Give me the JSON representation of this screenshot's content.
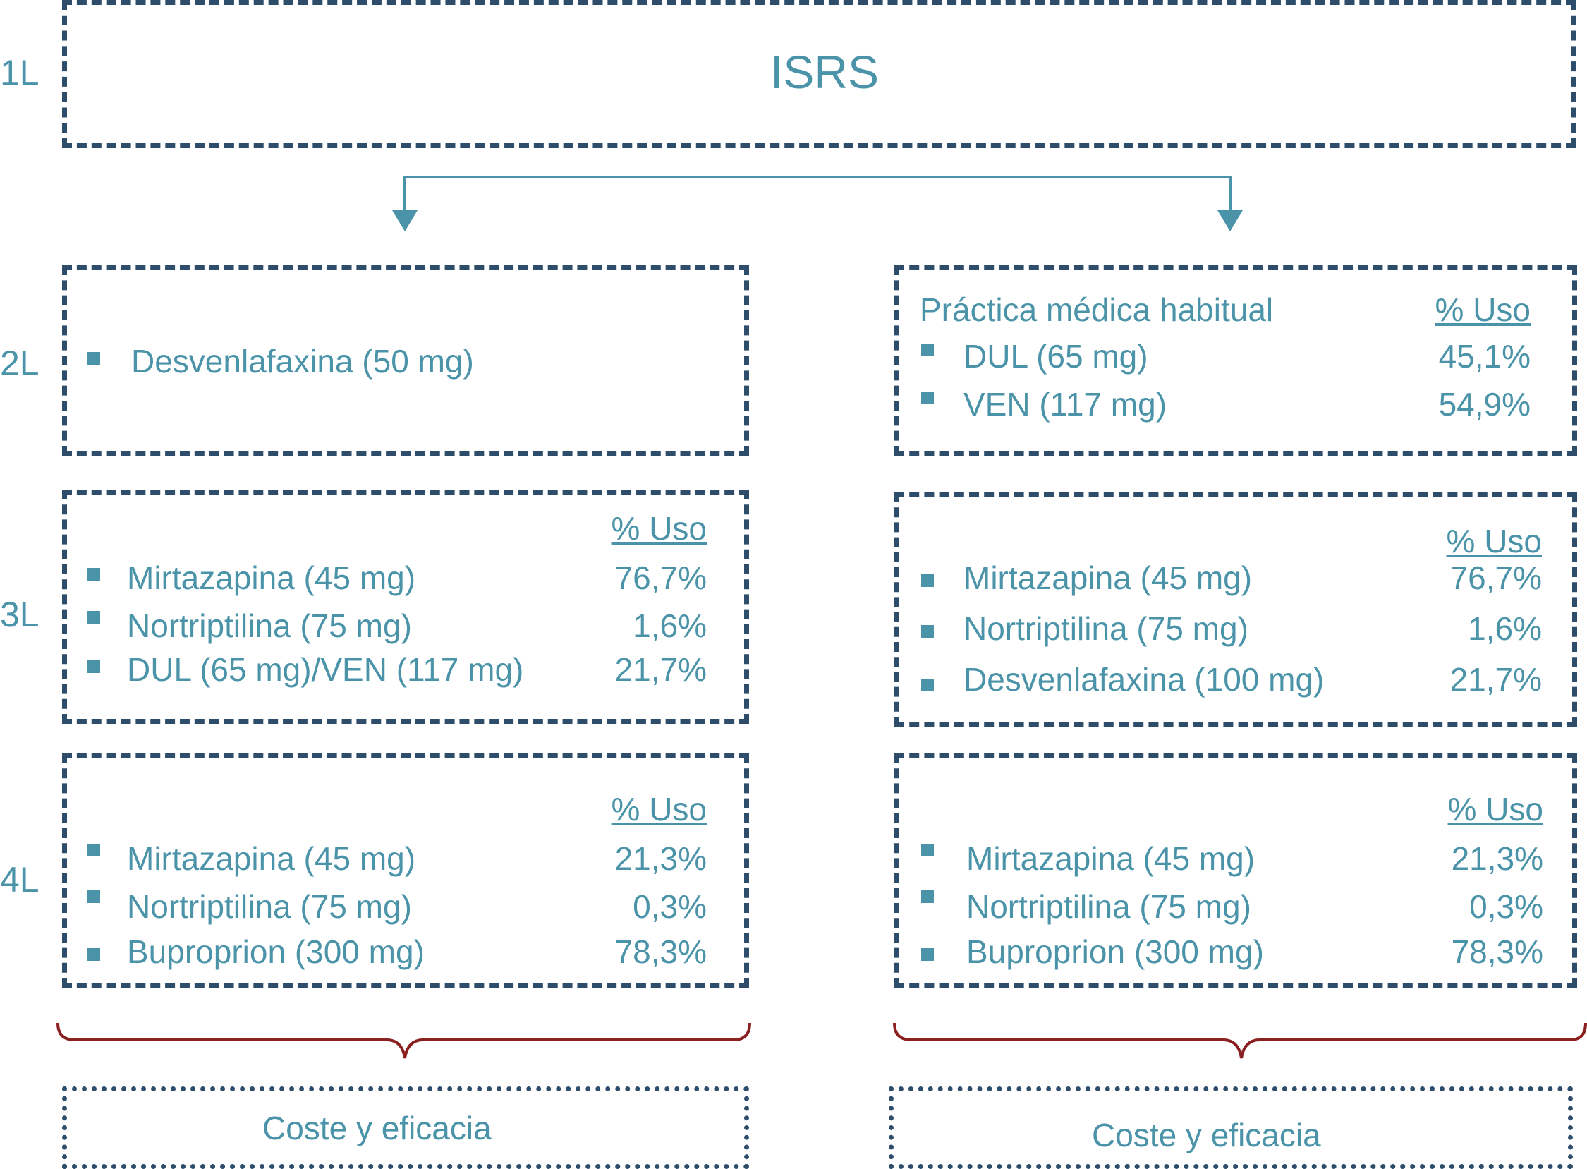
{
  "colors": {
    "border": "#2e4d6b",
    "text": "#4a93a8",
    "brace": "#8b2020",
    "arrow": "#4a93a8"
  },
  "levels": [
    "1L",
    "2L",
    "3L",
    "4L"
  ],
  "top": {
    "title": "ISRS"
  },
  "left": {
    "l2": {
      "items": [
        "Desvenlafaxina (50 mg)"
      ]
    },
    "l3": {
      "header": "% Uso",
      "rows": [
        {
          "label": "Mirtazapina (45 mg)",
          "pct": "76,7%"
        },
        {
          "label": "Nortriptilina (75 mg)",
          "pct": "1,6%"
        },
        {
          "label": "DUL (65 mg)/VEN (117 mg)",
          "pct": "21,7%"
        }
      ]
    },
    "l4": {
      "header": "% Uso",
      "rows": [
        {
          "label": "Mirtazapina (45 mg)",
          "pct": "21,3%"
        },
        {
          "label": "Nortriptilina (75 mg)",
          "pct": "0,3%"
        },
        {
          "label": "Buproprion (300 mg)",
          "pct": "78,3%"
        }
      ]
    },
    "footer": "Coste y eficacia"
  },
  "right": {
    "l2": {
      "title": "Práctica médica habitual",
      "header": "% Uso",
      "rows": [
        {
          "label": "DUL (65 mg)",
          "pct": "45,1%"
        },
        {
          "label": "VEN (117 mg)",
          "pct": "54,9%"
        }
      ]
    },
    "l3": {
      "header": "% Uso",
      "rows": [
        {
          "label": "Mirtazapina (45 mg)",
          "pct": "76,7%"
        },
        {
          "label": "Nortriptilina (75 mg)",
          "pct": "1,6%"
        },
        {
          "label": "Desvenlafaxina (100 mg)",
          "pct": "21,7%"
        }
      ]
    },
    "l4": {
      "header": "% Uso",
      "rows": [
        {
          "label": "Mirtazapina (45 mg)",
          "pct": "21,3%"
        },
        {
          "label": "Nortriptilina (75 mg)",
          "pct": "0,3%"
        },
        {
          "label": "Buproprion (300 mg)",
          "pct": "78,3%"
        }
      ]
    },
    "footer": "Coste y eficacia"
  }
}
